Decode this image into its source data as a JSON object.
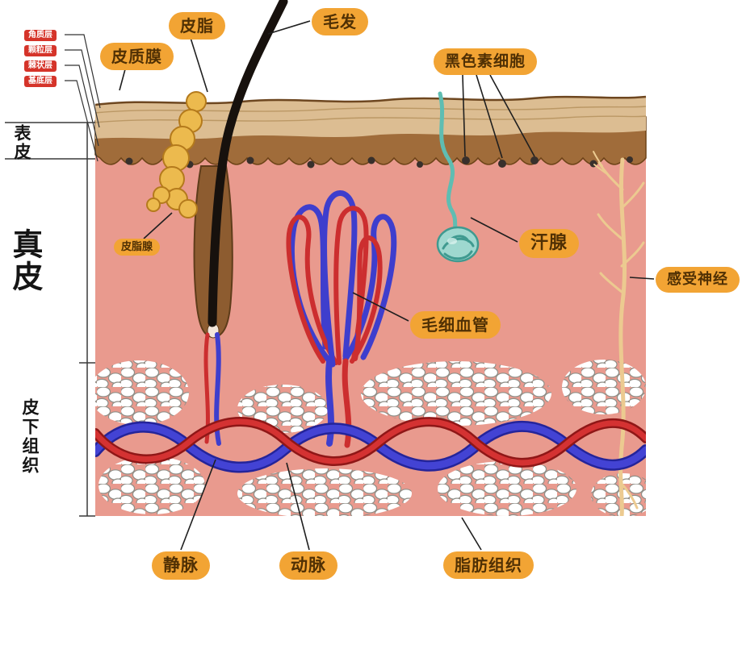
{
  "callouts": {
    "cuticle_film": "皮质膜",
    "sebum": "皮脂",
    "hair": "毛发",
    "melanocytes": "黑色素细胞",
    "sebaceous_gland": "皮脂腺",
    "sweat_gland": "汗腺",
    "sensory_nerve": "感受神经",
    "capillaries": "毛细血管",
    "vein": "静脉",
    "artery": "动脉",
    "adipose_tissue": "脂肪组织"
  },
  "layer_labels": {
    "epidermis": "表皮",
    "dermis": "真皮",
    "subcutaneous_tissue": "皮下组织"
  },
  "epidermis_sublayers": [
    "角质层",
    "颗粒层",
    "棘状层",
    "基底层"
  ],
  "colors": {
    "callout_bg": "#f2a434",
    "callout_text": "#503004",
    "sublayer_label_bg": "#d5342a",
    "dermis_pink": "#e99a8e",
    "epidermis_tan": "#dcbd92",
    "epidermis_brown": "#a06c3a",
    "artery_red": "#d43232",
    "vein_blue": "#4343d4",
    "sweat_gland_teal": "#8fd4ca",
    "nerve_tan": "#ecca90",
    "sebaceous_yellow": "#ecba4e",
    "hair_black": "#17110d",
    "fat_cell_white": "#ffffff"
  }
}
